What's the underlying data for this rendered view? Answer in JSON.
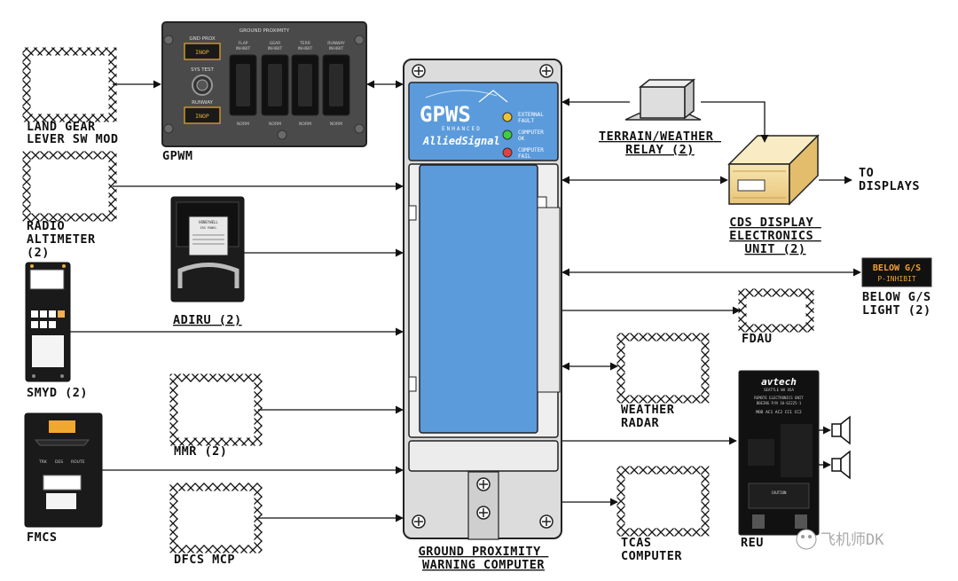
{
  "labels": {
    "land_gear": [
      "LAND GEAR",
      "LEVER SW MOD"
    ],
    "radio_altimeter": [
      "RADIO",
      "ALTIMETER",
      "(2)"
    ],
    "adiru": "ADIRU (2)",
    "smyd": "SMYD (2)",
    "mmr": "MMR (2)",
    "fmcs": "FMCS",
    "dfcs_mcp": "DFCS MCP",
    "gpwm": "GPWM",
    "gpwc": [
      "GROUND PROXIMITY",
      "WARNING COMPUTER"
    ],
    "terrain_relay": [
      "TERRAIN/WEATHER",
      "RELAY (2)"
    ],
    "cds": [
      "CDS DISPLAY",
      "ELECTRONICS",
      "UNIT (2)"
    ],
    "to_displays": [
      "TO",
      "DISPLAYS"
    ],
    "below_gs_light": [
      "BELOW G/S",
      "LIGHT (2)"
    ],
    "fdau": "FDAU",
    "weather_radar": [
      "WEATHER",
      "RADAR"
    ],
    "tcas": [
      "TCAS",
      "COMPUTER"
    ],
    "reu": "REU"
  },
  "gpwm_panel": {
    "title": "GROUND PROXIMITY",
    "gnd_prox": "GND PROX",
    "inop": "INOP",
    "sys_test": "SYS TEST",
    "runway": "RUNWAY",
    "switches": [
      [
        "FLAP",
        "INHIBIT"
      ],
      [
        "GEAR",
        "INHIBIT"
      ],
      [
        "TERR",
        "INHIBIT"
      ],
      [
        "RUNWAY",
        "INHIBIT"
      ]
    ],
    "norm": "NORM"
  },
  "gpwc_unit": {
    "brand": "GPWS",
    "sub": "ENHANCED",
    "maker": "AlliedSignal",
    "lights": [
      {
        "text": [
          "EXTERNAL",
          "FAULT"
        ],
        "color": "#f2c230"
      },
      {
        "text": [
          "COMPUTER",
          "OK"
        ],
        "color": "#3ecf3e"
      },
      {
        "text": [
          "COMPUTER",
          "FAIL"
        ],
        "color": "#e04040"
      }
    ]
  },
  "below_gs_sign": [
    "BELOW G/S",
    "P-INHIBIT"
  ],
  "adiru_unit": [
    "HONEYWELL",
    "IRS PANEL"
  ],
  "reu_unit": {
    "brand": "avtech",
    "sub": "SEATTLE WA USA",
    "lines": [
      "REMOTE ELECTRONICS UNIT",
      "BOEING P/N 10-62225-1",
      "MOD AC1 AC2 CC1 CC2",
      "CAUTION"
    ]
  },
  "fmcs_unit": [
    "TRK",
    "DES",
    "ROUTE"
  ],
  "watermark": "飞机师DK",
  "colors": {
    "blue": "#5b9bdc",
    "line": "#111111"
  }
}
